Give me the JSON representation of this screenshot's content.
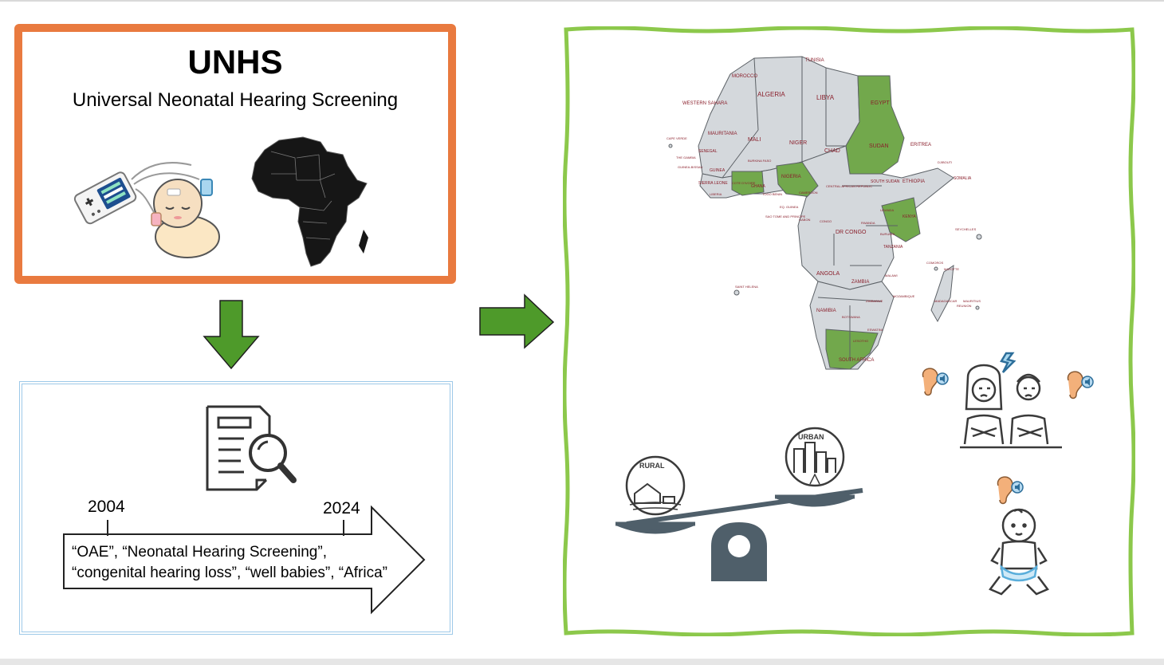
{
  "unhs": {
    "title": "UNHS",
    "subtitle": "Universal Neonatal Hearing Screening"
  },
  "search": {
    "start_year": "2004",
    "end_year": "2024",
    "keywords_line1": "“OAE”, “Neonatal Hearing Screening”,",
    "keywords_line2": "“congenital hearing loss”, “well babies”, “Africa”"
  },
  "map": {
    "countries": {
      "tunisia": "TUNISIA",
      "morocco": "MOROCCO",
      "algeria": "ALGERIA",
      "libya": "LIBYA",
      "egypt": "EGYPT",
      "western_sahara": "WESTERN SAHARA",
      "mauritania": "MAURITANIA",
      "mali": "MALI",
      "niger": "NIGER",
      "chad": "CHAD",
      "sudan": "SUDAN",
      "eritrea": "ERITREA",
      "cape_verde": "CAPE VERDE",
      "senegal": "SENEGAL",
      "the_gambia": "THE GAMBIA",
      "guinea_bissau": "GUINEA-BISSAU",
      "guinea": "GUINEA",
      "sierra_leone": "SIERRA LEONE",
      "liberia": "LIBERIA",
      "cote_divoire": "COTE D'IVOIRE",
      "ghana": "GHANA",
      "burkina_faso": "BURKINA FASO",
      "togo_benin": "TOGO BENIN",
      "nigeria": "NIGERIA",
      "cameroon": "CAMEROON",
      "car": "CENTRAL AFRICAN REPUBLIC",
      "south_sudan": "SOUTH SUDAN",
      "ethiopia": "ETHIOPIA",
      "djibouti": "DJIBOUTI",
      "somalia": "SOMALIA",
      "kenya": "KENYA",
      "uganda": "UGANDA",
      "rwanda": "RWANDA",
      "burundi": "BURUNDI",
      "eq_guinea": "EQ. GUINEA",
      "sao_tome": "SAO TOME AND PRINCIPE",
      "gabon": "GABON",
      "congo": "CONGO",
      "dr_congo": "DR CONGO",
      "tanzania": "TANZANIA",
      "seychelles": "SEYCHELLES",
      "comoros": "COMOROS",
      "mayotte": "MAYOTTE",
      "angola": "ANGOLA",
      "zambia": "ZAMBIA",
      "malawi": "MALAWI",
      "mozambique": "MOZAMBIQUE",
      "madagascar": "MADAGASCAR",
      "saint_helena": "SAINT HELENA",
      "zimbabwe": "ZIMBABWE",
      "namibia": "NAMIBIA",
      "botswana": "BOTSWANA",
      "eswatini": "ESWATINI",
      "lesotho": "LESOTHO",
      "south_africa": "SOUTH AFRICA",
      "mauritius": "MAURITIUS",
      "reunion": "REUNION"
    },
    "rural_label": "RURAL",
    "urban_label": "URBAN"
  },
  "colors": {
    "orange_border": "#e97a3f",
    "green_arrow": "#4e9a2a",
    "green_border": "#8cc84b",
    "highlight_country": "#72a84c",
    "land": "#d4d8dc",
    "light_blue_border": "#9ec9e8",
    "scale_gray": "#4f5f6a"
  }
}
